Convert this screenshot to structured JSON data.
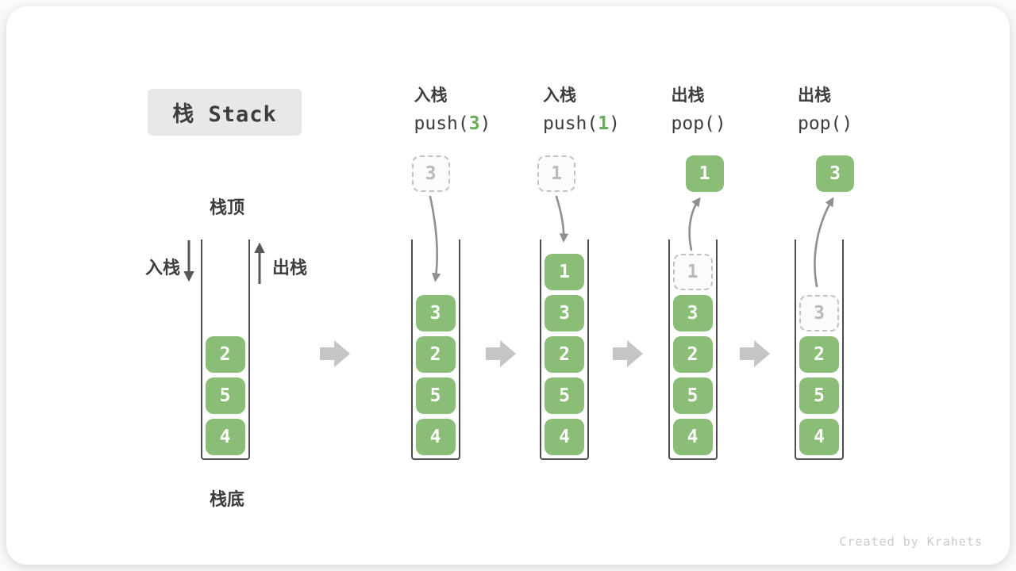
{
  "title": "栈 Stack",
  "side_labels": {
    "stack_top": "栈顶",
    "stack_bottom": "栈底",
    "push": "入栈",
    "pop": "出栈"
  },
  "watermark": "Created by Krahets",
  "colors": {
    "cell_green": "#8abd76",
    "code_arg_green": "#67aa57",
    "text_dark": "#3d3d3d",
    "ghost_gray": "#b9b9b9",
    "container_wall": "#4d4d4d",
    "flow_arrow_gray": "#c5c5c5",
    "curve_arrow_gray": "#8f8f8f"
  },
  "stacks": [
    {
      "name": "initial-stack",
      "op": null,
      "floating": null,
      "cells": [
        {
          "value": "2",
          "style": "solid"
        },
        {
          "value": "5",
          "style": "solid"
        },
        {
          "value": "4",
          "style": "solid"
        }
      ]
    },
    {
      "name": "after-push-3",
      "op": {
        "line1": "入栈",
        "code_prefix": "push(",
        "code_arg": "3",
        "code_suffix": ")"
      },
      "floating": {
        "value": "3",
        "style": "dashed"
      },
      "cells": [
        {
          "value": "3",
          "style": "solid"
        },
        {
          "value": "2",
          "style": "solid"
        },
        {
          "value": "5",
          "style": "solid"
        },
        {
          "value": "4",
          "style": "solid"
        }
      ]
    },
    {
      "name": "after-push-1",
      "op": {
        "line1": "入栈",
        "code_prefix": "push(",
        "code_arg": "1",
        "code_suffix": ")"
      },
      "floating": {
        "value": "1",
        "style": "dashed"
      },
      "cells": [
        {
          "value": "1",
          "style": "solid"
        },
        {
          "value": "3",
          "style": "solid"
        },
        {
          "value": "2",
          "style": "solid"
        },
        {
          "value": "5",
          "style": "solid"
        },
        {
          "value": "4",
          "style": "solid"
        }
      ]
    },
    {
      "name": "after-pop-1",
      "op": {
        "line1": "出栈",
        "code_prefix": "pop()",
        "code_arg": "",
        "code_suffix": ""
      },
      "floating": {
        "value": "1",
        "style": "solid"
      },
      "cells": [
        {
          "value": "1",
          "style": "dashed"
        },
        {
          "value": "3",
          "style": "solid"
        },
        {
          "value": "2",
          "style": "solid"
        },
        {
          "value": "5",
          "style": "solid"
        },
        {
          "value": "4",
          "style": "solid"
        }
      ]
    },
    {
      "name": "after-pop-3",
      "op": {
        "line1": "出栈",
        "code_prefix": "pop()",
        "code_arg": "",
        "code_suffix": ""
      },
      "floating": {
        "value": "3",
        "style": "solid"
      },
      "cells": [
        {
          "value": "3",
          "style": "dashed"
        },
        {
          "value": "2",
          "style": "solid"
        },
        {
          "value": "5",
          "style": "solid"
        },
        {
          "value": "4",
          "style": "solid"
        }
      ]
    }
  ]
}
